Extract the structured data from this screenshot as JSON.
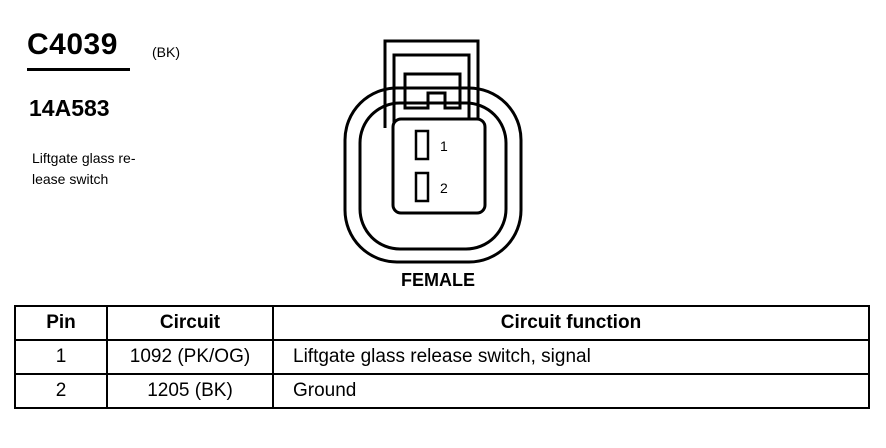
{
  "connector": {
    "id": "C4039",
    "color": "(BK)",
    "part_number": "14A583",
    "description": "Liftgate glass re-lease switch"
  },
  "diagram": {
    "pin_labels": [
      "1",
      "2"
    ],
    "gender": "FEMALE"
  },
  "table": {
    "headers": [
      "Pin",
      "Circuit",
      "Circuit function"
    ],
    "rows": [
      {
        "pin": "1",
        "circuit": "1092 (PK/OG)",
        "function": "Liftgate glass release switch, signal"
      },
      {
        "pin": "2",
        "circuit": "1205 (BK)",
        "function": "Ground"
      }
    ]
  }
}
